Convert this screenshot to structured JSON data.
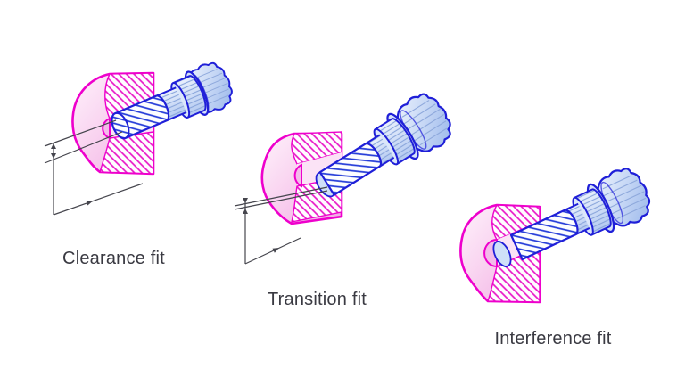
{
  "diagram": {
    "fits": [
      {
        "id": "clearance",
        "label": "Clearance fit",
        "dimension_indicator": true
      },
      {
        "id": "transition",
        "label": "Transition fit",
        "dimension_indicator": true
      },
      {
        "id": "interference",
        "label": "Interference fit",
        "dimension_indicator": false
      }
    ],
    "colors": {
      "background": "#ffffff",
      "hub_outline": "#ee00cc",
      "hub_fill_light": "#fdf0fa",
      "hub_fill_deep": "#f0a9e2",
      "shaft_outline": "#1f1fd8",
      "shaft_fill_light": "#eaf1fd",
      "shaft_fill_deep": "#a7c0ee",
      "dimension_line": "#45454d",
      "label_text": "#3a3a42"
    }
  }
}
